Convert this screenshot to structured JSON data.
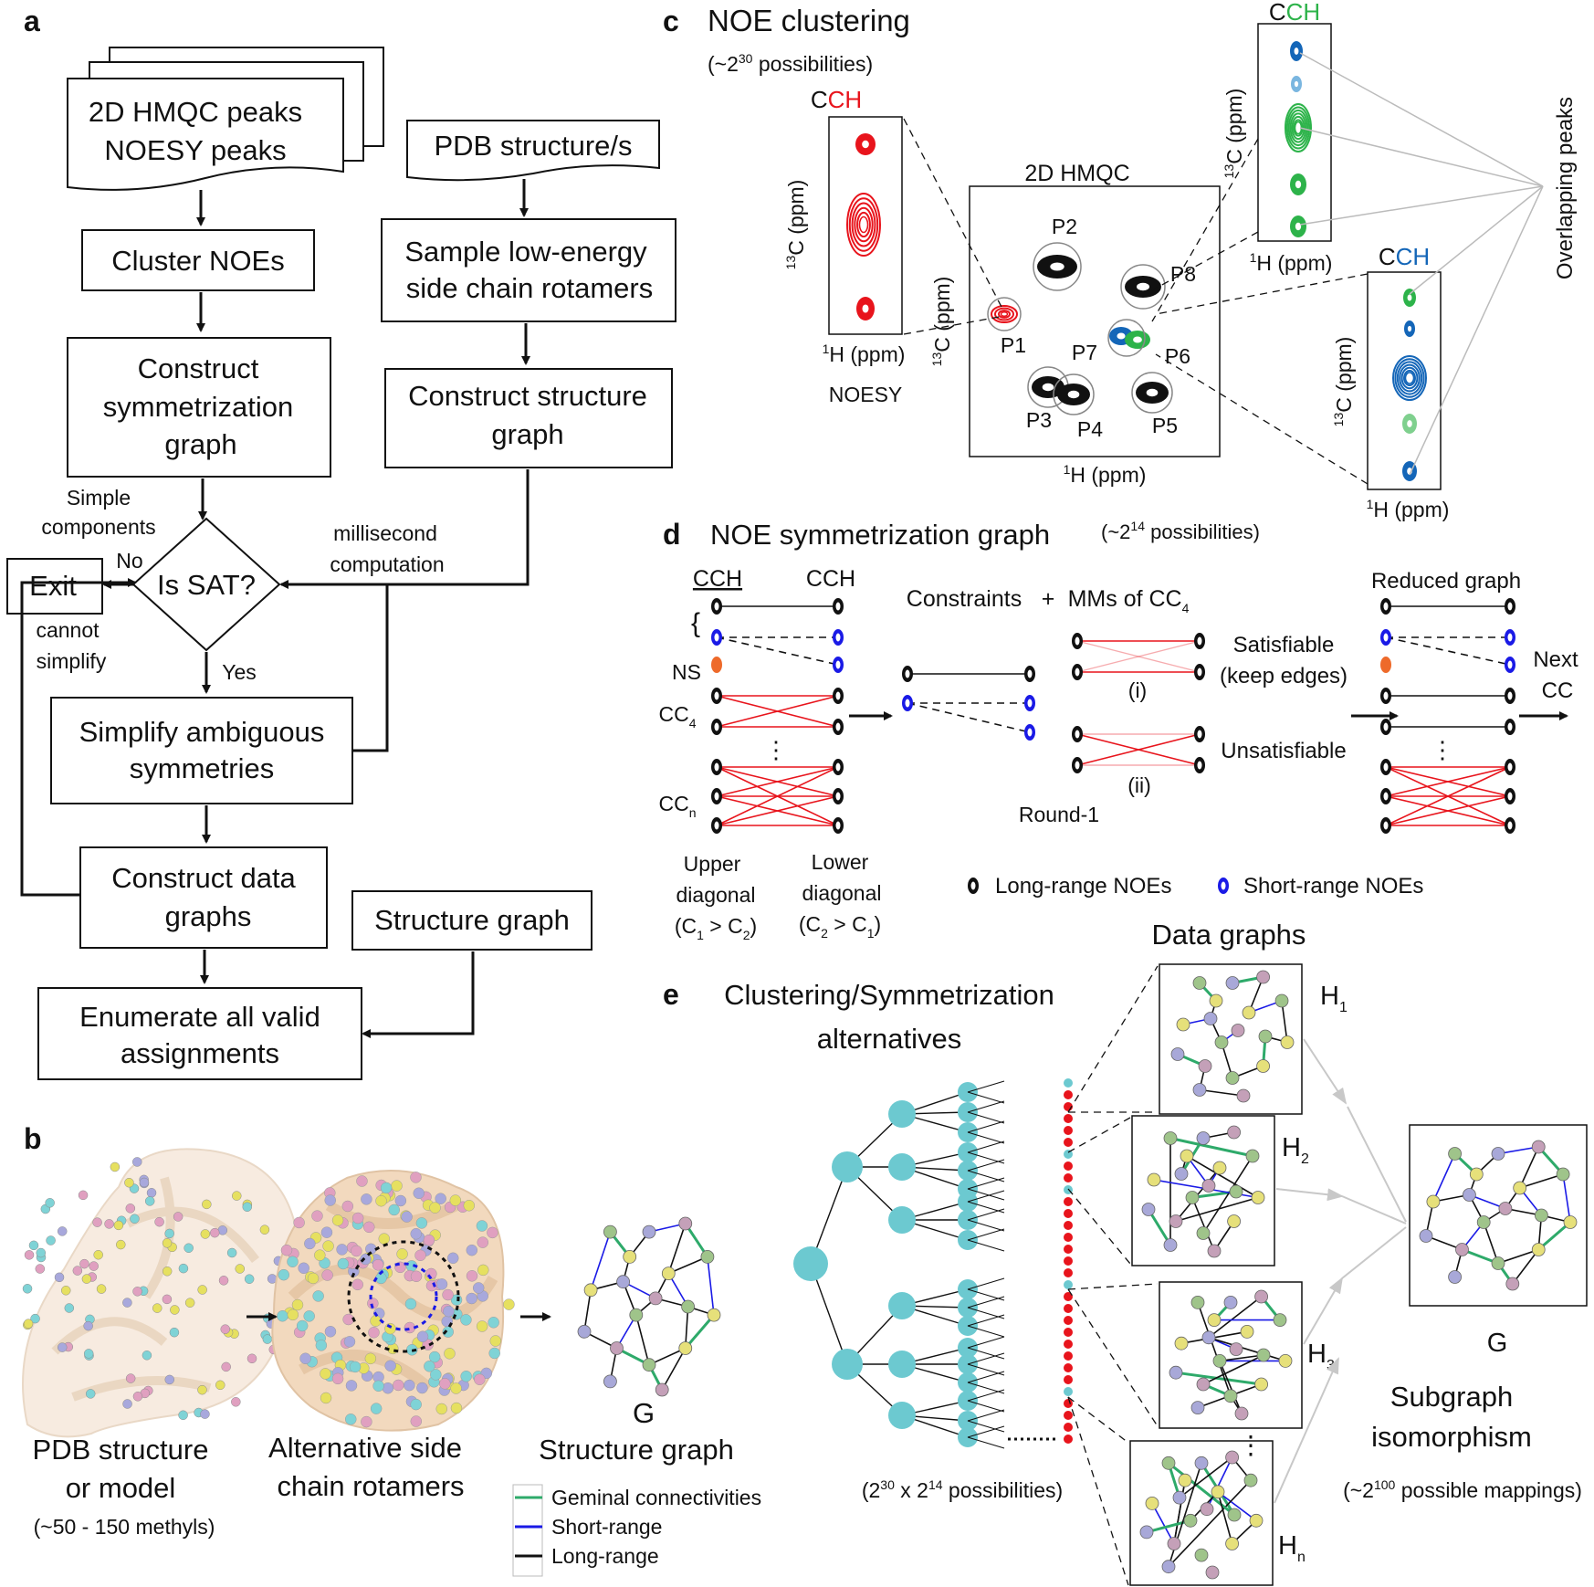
{
  "panels": {
    "a": "a",
    "b": "b",
    "c": "c",
    "d": "d",
    "e": "e"
  },
  "a": {
    "input_line1": "2D HMQC peaks",
    "input_line2": "NOESY peaks",
    "pdb": "PDB structure/s",
    "cluster": "Cluster NOEs",
    "sample_line1": "Sample low-energy",
    "sample_line2": "side chain rotamers",
    "symm_line1": "Construct",
    "symm_line2": "symmetrization",
    "symm_line3": "graph",
    "struct_line1": "Construct structure",
    "struct_line2": "graph",
    "simple_line1": "Simple",
    "simple_line2": "components",
    "no": "No",
    "exit": "Exit",
    "issat": "Is SAT?",
    "ms_line1": "millisecond",
    "ms_line2": "computation",
    "cannot_line1": "cannot",
    "cannot_line2": "simplify",
    "yes": "Yes",
    "simplify_line1": "Simplify ambiguous",
    "simplify_line2": "symmetries",
    "data_line1": "Construct data",
    "data_line2": "graphs",
    "structgraph": "Structure graph",
    "enum_line1": "Enumerate all valid",
    "enum_line2": "assignments"
  },
  "b": {
    "pdb_line1": "PDB structure",
    "pdb_line2": "or model",
    "pdb_line3": "(~50 - 150 methyls)",
    "alt_line1": "Alternative side",
    "alt_line2": "chain rotamers",
    "g": "G",
    "structure_graph": "Structure graph",
    "legend": [
      {
        "label": "Geminal connectivities",
        "color": "#2eaa6a"
      },
      {
        "label": "Short-range",
        "color": "#1a1ae6"
      },
      {
        "label": "Long-range",
        "color": "#111111"
      }
    ]
  },
  "c": {
    "title": "NOE clustering",
    "poss_pre": "(~2",
    "poss_sup": "30",
    "poss_post": " possibilities)",
    "cch_red_c": "C",
    "cch_red_h": "CH",
    "c13": "C (ppm)",
    "c13_sup": "13",
    "h1": "H (ppm)",
    "h1_sup": "1",
    "noesy": "NOESY",
    "hmqc": "2D HMQC",
    "peaks": [
      "P1",
      "P2",
      "P3",
      "P4",
      "P5",
      "P6",
      "P7",
      "P8"
    ],
    "cch_green_c": "C",
    "cch_green_h": "CH",
    "cch_blue_c": "C",
    "cch_blue_h": "CH",
    "overlapping": "Overlapping peaks"
  },
  "d": {
    "title": "NOE symmetrization graph",
    "poss_pre": "(~2",
    "poss_sup": "14",
    "poss_post": " possibilities)",
    "cch_left": "CCH",
    "cch_right": "CCH",
    "ns": "NS",
    "cc4": "CC",
    "cc4_sub": "4",
    "ccn": "CC",
    "ccn_sub": "n",
    "brace": "{",
    "ellipsis": "⋮",
    "upper_line1": "Upper",
    "upper_line2": "diagonal",
    "upper_line3a": "(C",
    "upper_line3b": "1",
    "upper_line3c": " > C",
    "upper_line3d": "2",
    "upper_line3e": ")",
    "lower_line1": "Lower",
    "lower_line2": "diagonal",
    "lower_line3a": "(C",
    "lower_line3b": "2",
    "lower_line3c": " > C",
    "lower_line3d": "1",
    "lower_line3e": ")",
    "constraints": "Constraints",
    "plus": "+",
    "mms": "MMs of CC",
    "mms_sub": "4",
    "satisfiable": "Satisfiable",
    "keep": "(keep edges)",
    "unsatisfiable": "Unsatisfiable",
    "i": "(i)",
    "ii": "(ii)",
    "round": "Round-1",
    "reduced": "Reduced graph",
    "next_line1": "Next",
    "next_line2": "CC",
    "long_range": "Long-range NOEs",
    "short_range": "Short-range NOEs"
  },
  "e": {
    "title_line1": "Clustering/Symmetrization",
    "title_line2": "alternatives",
    "data_graphs": "Data graphs",
    "poss_a": "(2",
    "poss_b": "30",
    "poss_c": " x 2",
    "poss_d": "14",
    "poss_e": " possibilities)",
    "h_labels": [
      {
        "base": "H",
        "sub": "1"
      },
      {
        "base": "H",
        "sub": "2"
      },
      {
        "base": "H",
        "sub": "3"
      },
      {
        "base": "H",
        "sub": "n"
      }
    ],
    "g": "G",
    "sub_line1": "Subgraph",
    "sub_line2": "isomorphism",
    "map_pre": "(~2",
    "map_sup": "100",
    "map_post": " possible mappings)",
    "vdots": "⋮"
  },
  "colors": {
    "red": "#e8141c",
    "green": "#2db34a",
    "blue": "#1466b8",
    "teal": "#6cc9d0",
    "edge_red": "#e8141c",
    "geminal": "#2eaa6a",
    "short": "#1a1ae6",
    "ns": "#ee6a2a"
  }
}
